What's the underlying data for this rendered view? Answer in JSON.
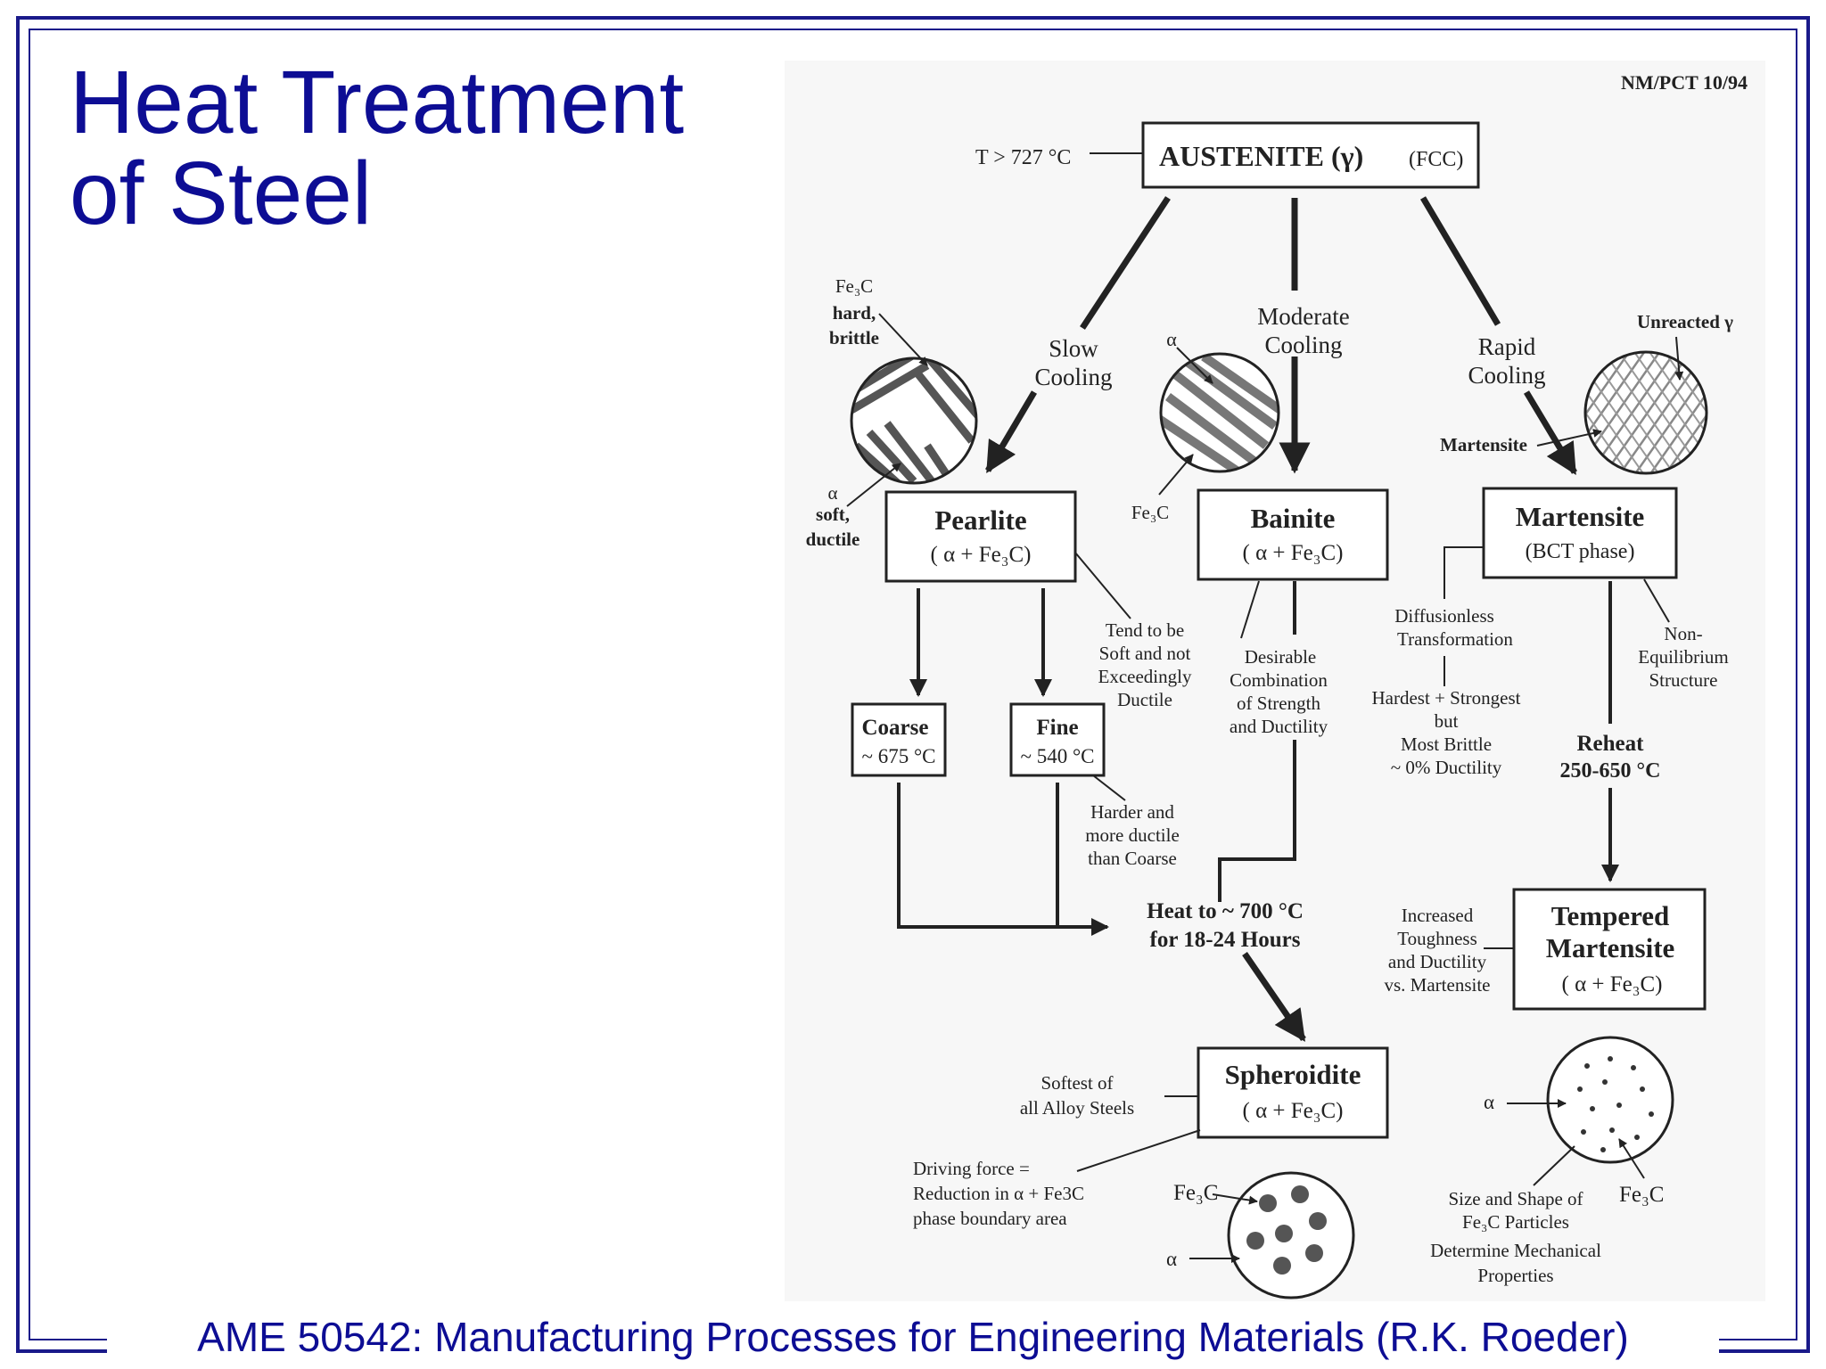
{
  "title_line1": "Heat Treatment",
  "title_line2": "of Steel",
  "footer": "AME 50542: Manufacturing Processes for Engineering Materials (R.K. Roeder)",
  "source_tag": "NM/PCT 10/94",
  "austenite": {
    "temp": "T > 727 °C",
    "name": "AUSTENITE (γ)",
    "phase": "(FCC)"
  },
  "slow_cooling": [
    "Slow",
    "Cooling"
  ],
  "moderate_cooling": [
    "Moderate",
    "Cooling"
  ],
  "rapid_cooling": [
    "Rapid",
    "Cooling"
  ],
  "pearlite": {
    "name": "Pearlite",
    "phase": "( α + Fe₃C)",
    "fe3c_label": [
      "Fe₃C",
      "hard,",
      "brittle"
    ],
    "alpha_label": [
      "α",
      "soft,",
      "ductile"
    ],
    "note": [
      "Tend to be",
      "Soft and not",
      "Exceedingly",
      "Ductile"
    ]
  },
  "coarse": {
    "name": "Coarse",
    "temp": "~ 675 °C"
  },
  "fine": {
    "name": "Fine",
    "temp": "~ 540 °C",
    "note": [
      "Harder and",
      "more ductile",
      "than Coarse"
    ]
  },
  "bainite": {
    "name": "Bainite",
    "phase": "( α + Fe₃C)",
    "alpha_label": "α",
    "fe3c_label": "Fe₃C",
    "note": [
      "Desirable",
      "Combination",
      "of Strength",
      "and Ductility"
    ]
  },
  "martensite": {
    "name": "Martensite",
    "phase": "(BCT phase)",
    "unreacted_label": "Unreacted γ",
    "martensite_label": "Martensite",
    "diffusion_note": [
      "Diffusionless",
      "Transformation"
    ],
    "property_note": [
      "Hardest + Strongest",
      "but",
      "Most Brittle",
      "~ 0% Ductility"
    ],
    "non_eq_note": [
      "Non-",
      "Equilibrium",
      "Structure"
    ]
  },
  "reheat": [
    "Reheat",
    "250-650 °C"
  ],
  "heat_to": [
    "Heat to ~ 700 °C",
    "for 18-24 Hours"
  ],
  "tempered": {
    "name1": "Tempered",
    "name2": "Martensite",
    "phase": "( α + Fe₃C)",
    "note": [
      "Increased",
      "Toughness",
      "and Ductility",
      "vs. Martensite"
    ],
    "alpha_label": "α",
    "fe3c_label": "Fe₃C",
    "size_note": [
      "Size and Shape of",
      "Fe₃C Particles",
      "Determine Mechanical",
      "Properties"
    ]
  },
  "spheroidite": {
    "name": "Spheroidite",
    "phase": "( α + Fe₃C)",
    "note": [
      "Softest of",
      "all Alloy Steels"
    ],
    "driving": [
      "Driving force =",
      "Reduction in α + Fe3C",
      "phase boundary area"
    ],
    "fe3c_label": "Fe₃C",
    "alpha_label": "α"
  }
}
